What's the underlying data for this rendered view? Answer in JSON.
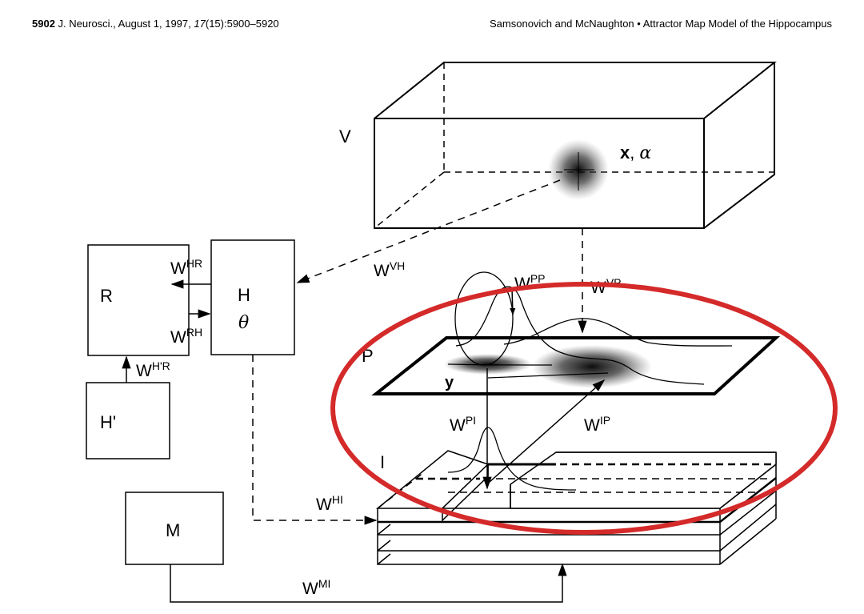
{
  "header": {
    "page_number": "5902",
    "journal": "J. Neurosci., August 1, 1997,",
    "volume": "17",
    "issue_pages": "(15):5900–5920",
    "running_title": "Samsonovich and McNaughton • Attractor Map Model of the Hippocampus"
  },
  "figure": {
    "modules": {
      "R": "R",
      "H": "H",
      "theta": "θ",
      "H_prime": "H'",
      "M": "M",
      "V": "V",
      "P": "P",
      "I": "I"
    },
    "vars": {
      "x": "x",
      "comma": ",",
      "alpha": "α",
      "y": "y"
    },
    "weights": {
      "HR": {
        "base": "W",
        "sup": "HR"
      },
      "RH": {
        "base": "W",
        "sup": "RH"
      },
      "HprR": {
        "base": "W",
        "sup": "H'R"
      },
      "VH": {
        "base": "W",
        "sup": "VH"
      },
      "PP": {
        "base": "W",
        "sup": "PP"
      },
      "VP": {
        "base": "W",
        "sup": "VP"
      },
      "PI": {
        "base": "W",
        "sup": "PI"
      },
      "IP": {
        "base": "W",
        "sup": "IP"
      },
      "HI": {
        "base": "W",
        "sup": "HI"
      },
      "MI": {
        "base": "W",
        "sup": "MI"
      }
    },
    "highlight_color": "#d42a2a"
  }
}
